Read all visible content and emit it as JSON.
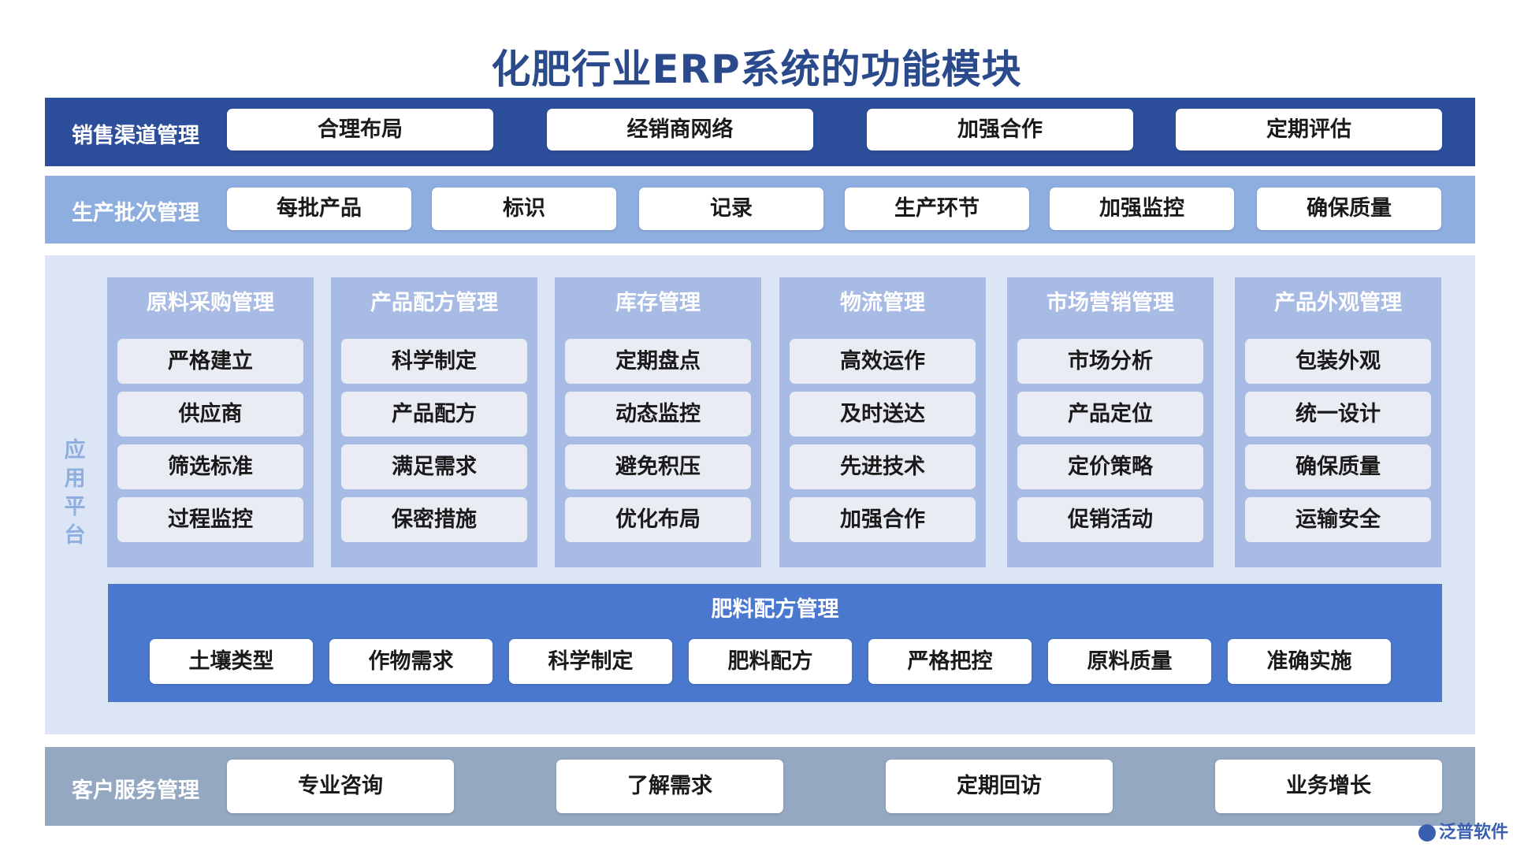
{
  "title": "化肥行业ERP系统的功能模块",
  "sales": {
    "label": "销售渠道管理",
    "items": [
      "合理布局",
      "经销商网络",
      "加强合作",
      "定期评估"
    ]
  },
  "production": {
    "label": "生产批次管理",
    "items": [
      "每批产品",
      "标识",
      "记录",
      "生产环节",
      "加强监控",
      "确保质量"
    ]
  },
  "platform": {
    "label_chars": [
      "应",
      "用",
      "平",
      "台"
    ],
    "modules": [
      {
        "title": "原料采购管理",
        "items": [
          "严格建立",
          "供应商",
          "筛选标准",
          "过程监控"
        ]
      },
      {
        "title": "产品配方管理",
        "items": [
          "科学制定",
          "产品配方",
          "满足需求",
          "保密措施"
        ]
      },
      {
        "title": "库存管理",
        "items": [
          "定期盘点",
          "动态监控",
          "避免积压",
          "优化布局"
        ]
      },
      {
        "title": "物流管理",
        "items": [
          "高效运作",
          "及时送达",
          "先进技术",
          "加强合作"
        ]
      },
      {
        "title": "市场营销管理",
        "items": [
          "市场分析",
          "产品定位",
          "定价策略",
          "促销活动"
        ]
      },
      {
        "title": "产品外观管理",
        "items": [
          "包装外观",
          "统一设计",
          "确保质量",
          "运输安全"
        ]
      }
    ],
    "formula": {
      "title": "肥料配方管理",
      "items": [
        "土壤类型",
        "作物需求",
        "科学制定",
        "肥料配方",
        "严格把控",
        "原料质量",
        "准确实施"
      ]
    }
  },
  "service": {
    "label": "客户服务管理",
    "items": [
      "专业咨询",
      "了解需求",
      "定期回访",
      "业务增长"
    ]
  },
  "logo": {
    "text": "泛普软件"
  },
  "colors": {
    "title": "#2a4a8c",
    "sales_band": "#2d4f9b",
    "production_band": "#8faee0",
    "platform_bg": "#dce5f5",
    "module_bg": "#a7bbe5",
    "formula_band": "#4a78cf",
    "service_band": "#94a8c2"
  }
}
